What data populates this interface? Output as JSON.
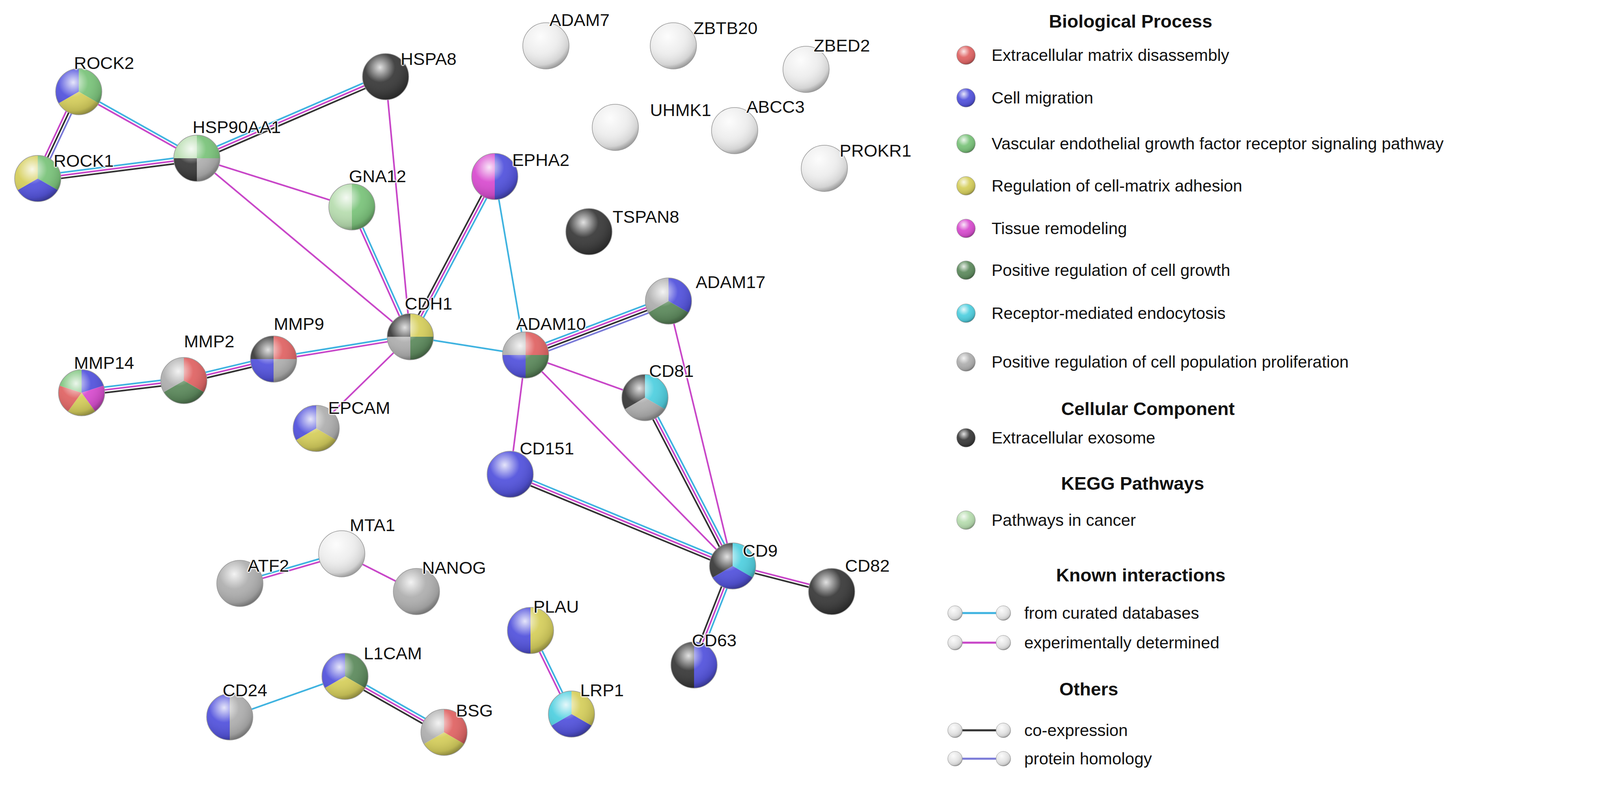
{
  "diagram": {
    "nodes": [
      {
        "text": [
          "ADAM7"
        ]
      },
      {
        "text": [
          "ZBTB20"
        ]
      },
      {
        "text": [
          "ZBED2"
        ]
      },
      {
        "text": [
          "HSPA8"
        ]
      },
      {
        "text": [
          "ROCK2"
        ]
      },
      {
        "text": [
          "UHMK1"
        ]
      },
      {
        "text": [
          "ABCC3"
        ]
      },
      {
        "text": [
          "HSP90AA1"
        ]
      },
      {
        "text": [
          "PROKR1"
        ]
      },
      {
        "text": [
          "EPHA2"
        ]
      },
      {
        "text": [
          "ROCK1"
        ]
      },
      {
        "text": [
          "GNA12"
        ]
      },
      {
        "text": [
          "TSPAN8"
        ]
      },
      {
        "text": [
          "ADAM17"
        ]
      },
      {
        "text": [
          "CDH1"
        ]
      },
      {
        "text": [
          "ADAM10"
        ]
      },
      {
        "text": [
          "MMP9"
        ]
      },
      {
        "text": [
          "MMP2"
        ]
      },
      {
        "text": [
          "MMP14"
        ]
      },
      {
        "text": [
          "CD81"
        ]
      },
      {
        "text": [
          "EPCAM"
        ]
      },
      {
        "text": [
          "CD151"
        ]
      },
      {
        "text": [
          "MTA1"
        ]
      },
      {
        "text": [
          "CD9"
        ]
      },
      {
        "text": [
          "ATF2"
        ]
      },
      {
        "text": [
          "NANOG"
        ]
      },
      {
        "text": [
          "CD82"
        ]
      },
      {
        "text": [
          "PLAU"
        ]
      },
      {
        "text": [
          "CD63"
        ]
      },
      {
        "text": [
          "L1CAM"
        ]
      },
      {
        "text": [
          "BSG"
        ]
      },
      {
        "text": [
          "LRP1"
        ]
      },
      {
        "text": [
          "CD24"
        ]
      }
    ],
    "edges": [
      {
        "from": 4,
        "to": 10,
        "arrow": "none"
      },
      {
        "from": 4,
        "to": 7,
        "arrow": "none"
      },
      {
        "from": 10,
        "to": 7,
        "arrow": "none"
      },
      {
        "from": 7,
        "to": 3,
        "arrow": "none"
      },
      {
        "from": 7,
        "to": 11,
        "arrow": "none"
      },
      {
        "from": 7,
        "to": 14,
        "arrow": "none"
      },
      {
        "from": 3,
        "to": 14,
        "arrow": "none"
      },
      {
        "from": 11,
        "to": 14,
        "arrow": "none"
      },
      {
        "from": 9,
        "to": 14,
        "arrow": "none"
      },
      {
        "from": 9,
        "to": 15,
        "arrow": "none"
      },
      {
        "from": 14,
        "to": 15,
        "arrow": "none"
      },
      {
        "from": 16,
        "to": 14,
        "arrow": "none"
      },
      {
        "from": 14,
        "to": 20,
        "arrow": "none"
      },
      {
        "from": 17,
        "to": 16,
        "arrow": "none"
      },
      {
        "from": 18,
        "to": 17,
        "arrow": "none"
      },
      {
        "from": 15,
        "to": 13,
        "arrow": "none"
      },
      {
        "from": 15,
        "to": 19,
        "arrow": "none"
      },
      {
        "from": 15,
        "to": 21,
        "arrow": "none"
      },
      {
        "from": 15,
        "to": 23,
        "arrow": "none"
      },
      {
        "from": 13,
        "to": 23,
        "arrow": "none"
      },
      {
        "from": 19,
        "to": 23,
        "arrow": "none"
      },
      {
        "from": 21,
        "to": 23,
        "arrow": "none"
      },
      {
        "from": 23,
        "to": 26,
        "arrow": "none"
      },
      {
        "from": 23,
        "to": 28,
        "arrow": "none"
      },
      {
        "from": 24,
        "to": 22,
        "arrow": "none"
      },
      {
        "from": 22,
        "to": 25,
        "arrow": "none"
      },
      {
        "from": 32,
        "to": 29,
        "arrow": "none"
      },
      {
        "from": 29,
        "to": 30,
        "arrow": "none"
      },
      {
        "from": 27,
        "to": 31,
        "arrow": "none"
      }
    ],
    "labels": [
      "Biological Process",
      "Cellular Component",
      "KEGG Pathways",
      "Known interactions",
      "Others"
    ],
    "legend": [
      {
        "text": "Extracellular matrix disassembly",
        "color": "#e06666"
      },
      {
        "text": "Cell migration",
        "color": "#5555dd"
      },
      {
        "text": "Vascular endothelial growth factor receptor signaling pathway",
        "color": "#7cc47c"
      },
      {
        "text": "Regulation of cell-matrix adhesion",
        "color": "#d6cf5e"
      },
      {
        "text": "Tissue remodeling",
        "color": "#d94fd0"
      },
      {
        "text": "Positive regulation of cell growth",
        "color": "#5f8c5f"
      },
      {
        "text": "Receptor-mediated endocytosis",
        "color": "#52d0e0"
      },
      {
        "text": "Positive regulation of cell population proliferation",
        "color": "#b0b0b0"
      },
      {
        "text": "Extracellular exosome",
        "color": "#3c3c3c"
      },
      {
        "text": "Pathways in cancer",
        "color": "#b8ddb0"
      },
      {
        "text": "from curated databases"
      },
      {
        "text": "experimentally determined"
      },
      {
        "text": "co-expression"
      },
      {
        "text": "protein homology"
      }
    ]
  }
}
